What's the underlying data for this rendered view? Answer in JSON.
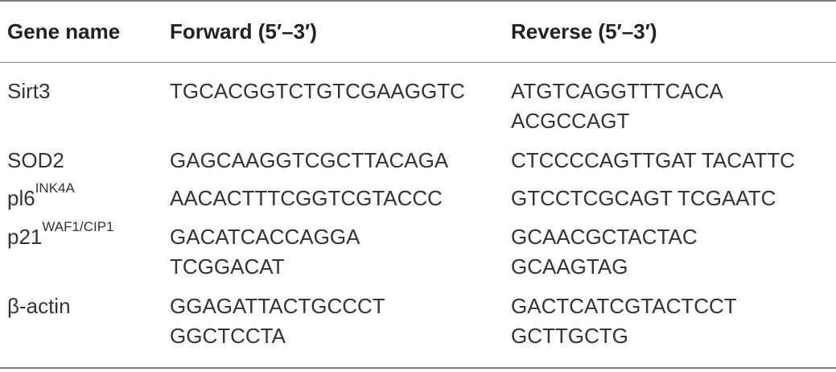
{
  "table": {
    "headers": {
      "gene": "Gene name",
      "forward": "Forward (5′–3′)",
      "reverse": "Reverse (5′–3′)"
    },
    "rows": [
      {
        "gene": "Sirt3",
        "gene_sup": "",
        "forward": [
          "TGCACGGTCTGTCGAAGGTC"
        ],
        "reverse": [
          "ATGTCAGGTTTCACA",
          "ACGCCAGT"
        ]
      },
      {
        "gene": "SOD2",
        "gene_sup": "",
        "forward": [
          "GAGCAAGGTCGCTTACAGA"
        ],
        "reverse": [
          "CTCCCCAGTTGAT TACATTC"
        ]
      },
      {
        "gene": "pl6",
        "gene_sup": "INK4A",
        "forward": [
          "AACACTTTCGGTCGTACCC"
        ],
        "reverse": [
          "GTCCTCGCAGT TCGAATC"
        ]
      },
      {
        "gene": "p21",
        "gene_sup": "WAF1/CIP1",
        "forward": [
          "GACATCACCAGGA",
          "TCGGACAT"
        ],
        "reverse": [
          "GCAACGCTACTAC",
          "GCAAGTAG"
        ]
      },
      {
        "gene": "β-actin",
        "gene_sup": "",
        "forward": [
          "GGAGATTACTGCCCT",
          "GGCTCCTA"
        ],
        "reverse": [
          "GACTCATCGTACTCCT",
          "GCTTGCTG"
        ]
      }
    ]
  }
}
